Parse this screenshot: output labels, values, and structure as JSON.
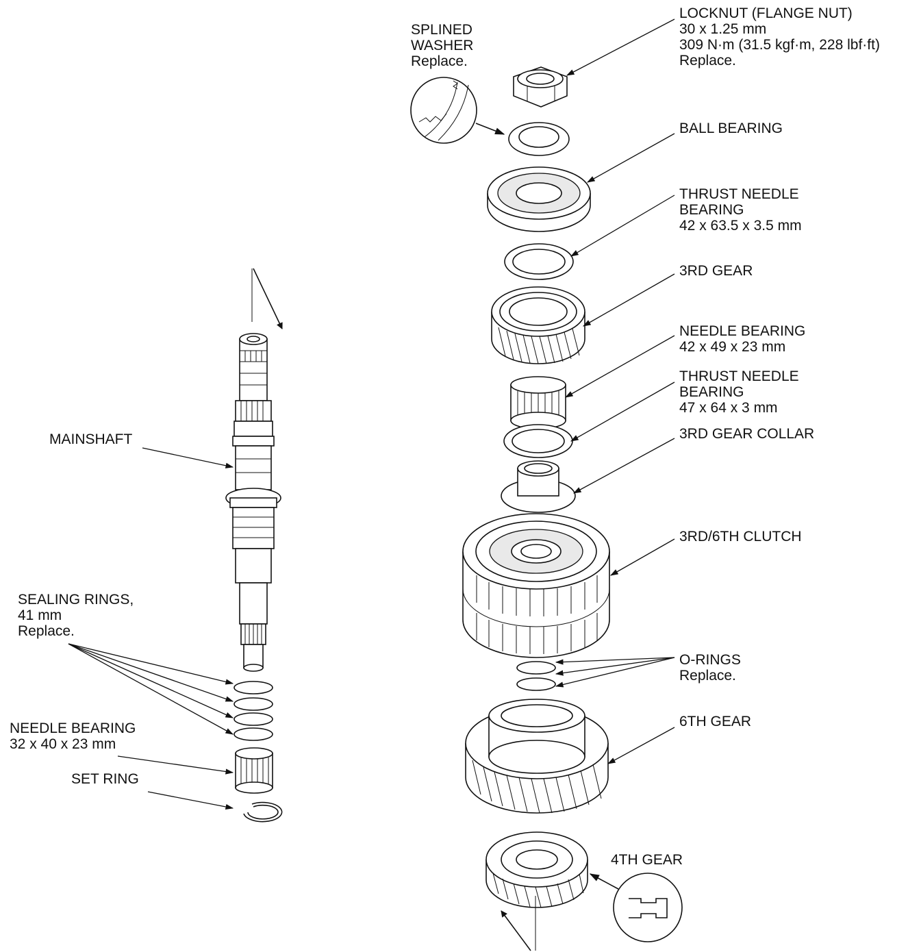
{
  "labels": {
    "locknut": [
      "LOCKNUT (FLANGE NUT)",
      "30 x 1.25 mm",
      "309 N·m (31.5 kgf·m, 228 lbf·ft)",
      "Replace."
    ],
    "splined_washer": [
      "SPLINED",
      "WASHER",
      "Replace."
    ],
    "ball_bearing": [
      "BALL BEARING"
    ],
    "thrust_needle_bearing_1": [
      "THRUST NEEDLE",
      "BEARING",
      "42 x 63.5 x 3.5 mm"
    ],
    "third_gear": [
      "3RD GEAR"
    ],
    "needle_bearing_1": [
      "NEEDLE BEARING",
      "42 x 49 x 23 mm"
    ],
    "thrust_needle_bearing_2": [
      "THRUST NEEDLE",
      "BEARING",
      "47 x 64 x 3 mm"
    ],
    "third_gear_collar": [
      "3RD GEAR COLLAR"
    ],
    "clutch": [
      "3RD/6TH CLUTCH"
    ],
    "o_rings": [
      "O-RINGS",
      "Replace."
    ],
    "sixth_gear": [
      "6TH GEAR"
    ],
    "fourth_gear": [
      "4TH GEAR"
    ],
    "mainshaft": [
      "MAINSHAFT"
    ],
    "sealing_rings": [
      "SEALING RINGS,",
      "41 mm",
      "Replace."
    ],
    "needle_bearing_2": [
      "NEEDLE BEARING",
      "32 x 40 x 23 mm"
    ],
    "set_ring": [
      "SET RING"
    ]
  }
}
